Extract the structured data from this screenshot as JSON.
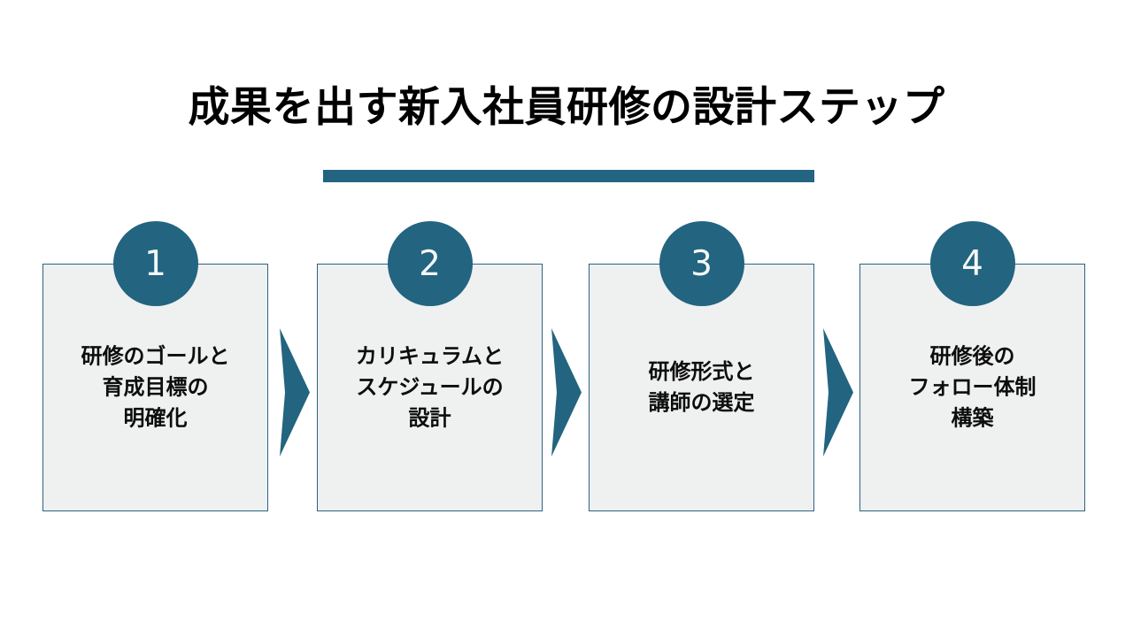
{
  "slide": {
    "title": "成果を出す新入社員研修の設計ステップ",
    "background_color": "#FFFFFF",
    "accent_color": "#236480",
    "box_fill_color": "#EFF0F0",
    "box_border_color": "#2B6381",
    "text_color": "#0D0D0D"
  },
  "diagram": {
    "type": "process-steps",
    "step_count": 4,
    "arrow_icon": "chevron-right-arrow",
    "steps": [
      {
        "number": "1",
        "label": "研修のゴールと\n育成目標の\n明確化",
        "lines": [
          "研修のゴールと",
          "育成目標の",
          "明確化"
        ]
      },
      {
        "number": "2",
        "label": "カリキュラムと\nスケジュールの\n設計",
        "lines": [
          "カリキュラムと",
          "スケジュールの",
          "設計"
        ]
      },
      {
        "number": "3",
        "label": "研修形式と\n講師の選定",
        "lines": [
          "研修形式と",
          "講師の選定"
        ]
      },
      {
        "number": "4",
        "label": "研修後の\nフォロー体制\n構築",
        "lines": [
          "研修後の",
          "フォロー体制",
          "構築"
        ]
      }
    ]
  }
}
